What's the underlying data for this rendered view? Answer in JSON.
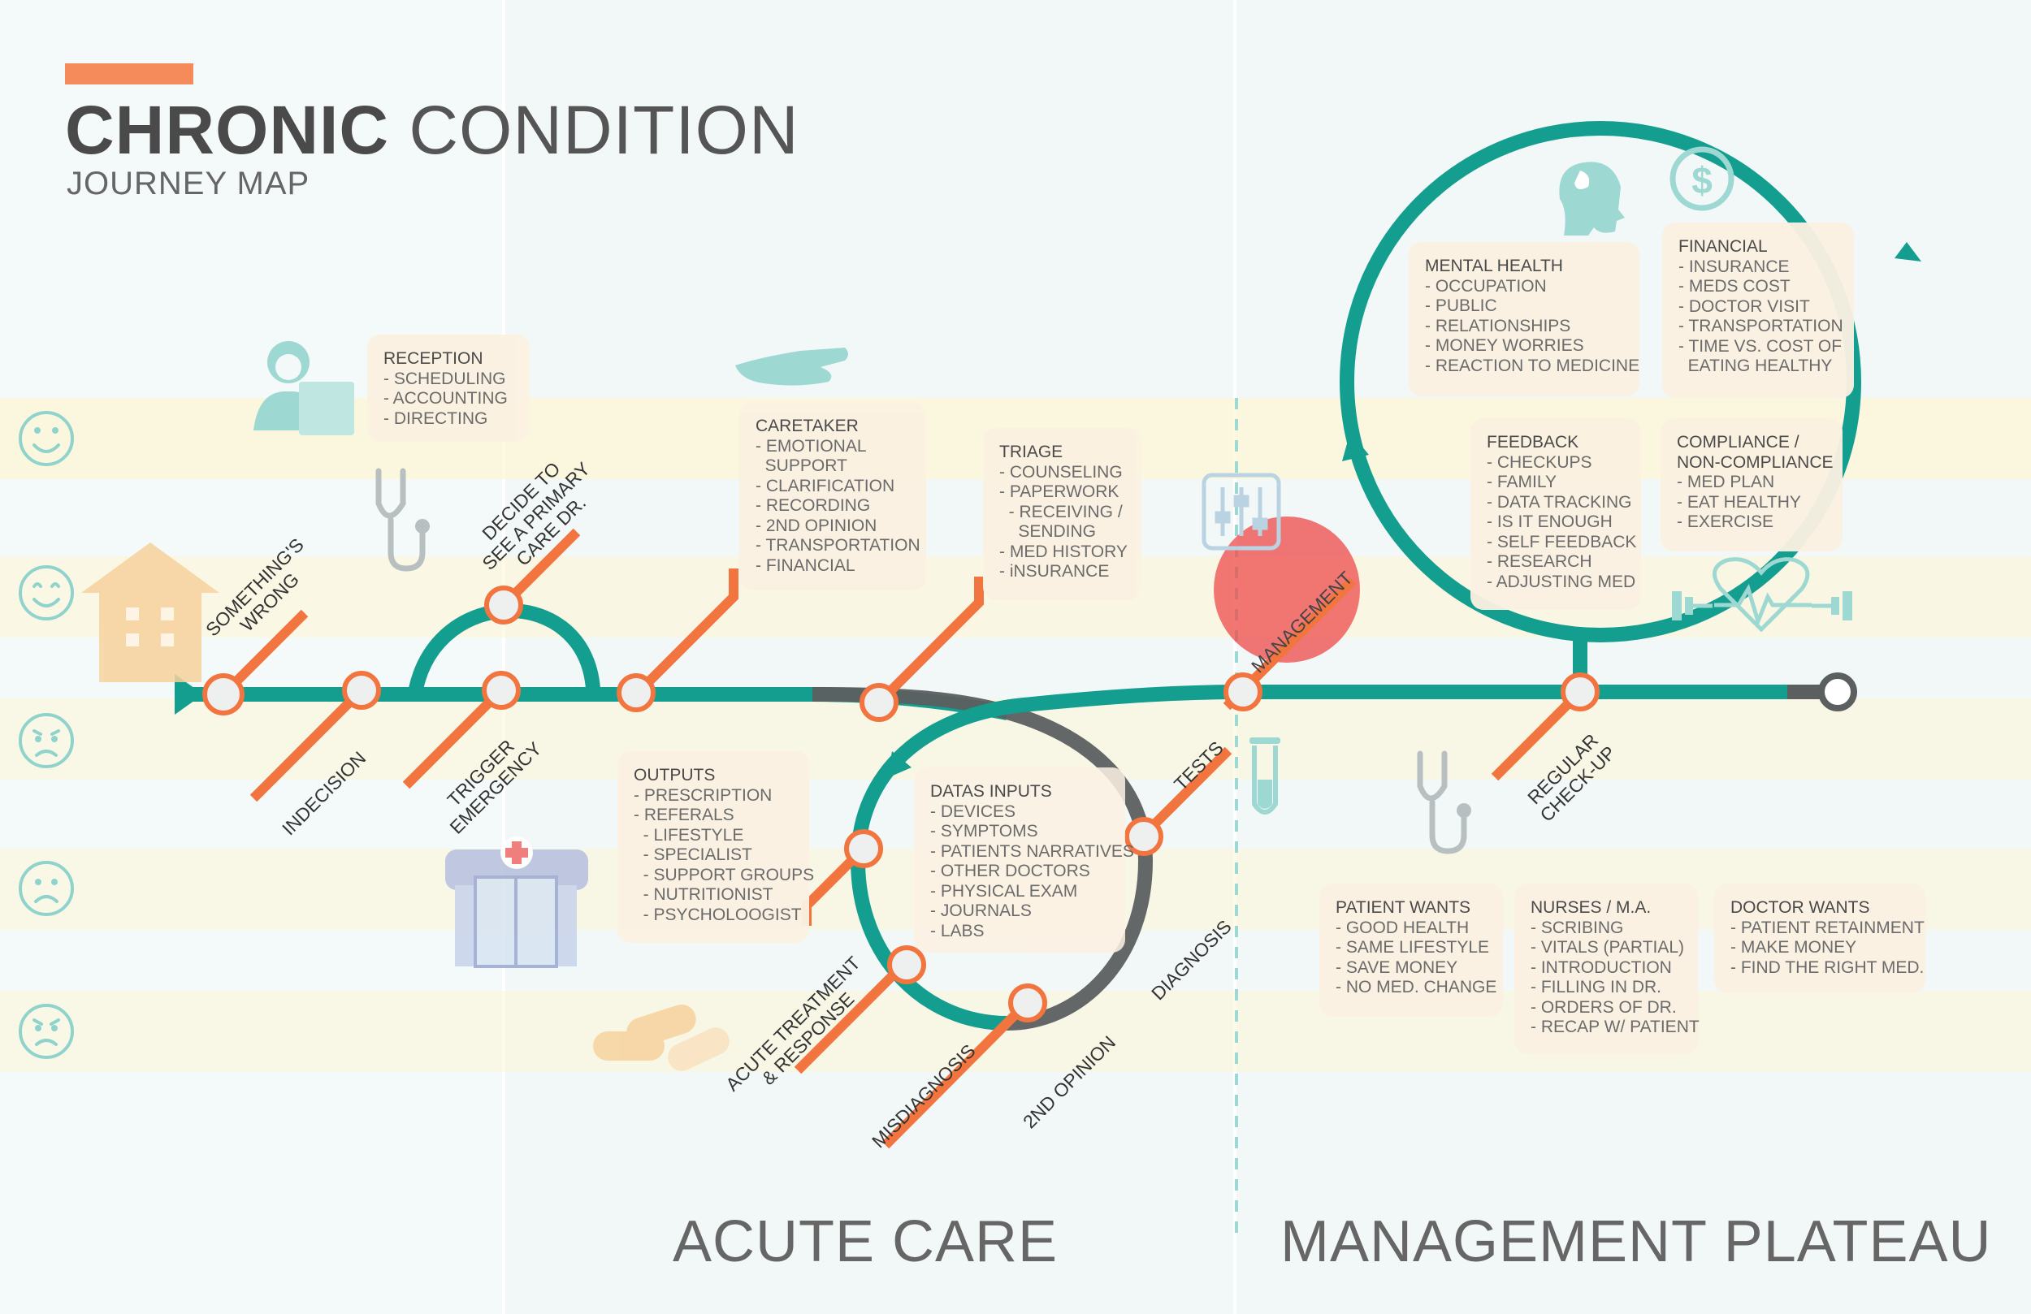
{
  "header": {
    "title_bold": "CHRONIC",
    "title_light": "CONDITION",
    "subtitle": "JOURNEY MAP"
  },
  "sections": {
    "acute": "ACUTE CARE",
    "plateau": "MANAGEMENT PLATEAU"
  },
  "colors": {
    "teal": "#139e8f",
    "orange": "#f2743f",
    "dark": "#5c5f60",
    "box": "#fbf1e2",
    "band": "#fdf6d8",
    "emotion": "#8fd3cc",
    "red": "#ee4a4a"
  },
  "emotion_icons": [
    "very-happy-icon",
    "happy-icon",
    "sad-icon",
    "sad-icon",
    "very-sad-icon"
  ],
  "stops": {
    "somethings_wrong": "SOMETHING'S\nWRONG",
    "indecision": "INDECISION",
    "trigger_emergency": "TRIGGER\nEMERGENCY",
    "decide_primary": "DECIDE TO\nSEE A PRIMARY\nCARE DR.",
    "tests": "TESTS",
    "diagnosis": "DIAGNOSIS",
    "second_opinion": "2ND OPINION",
    "misdiagnosis": "MISDIAGNOSIS",
    "acute_treatment": "ACUTE TREATMENT\n& RESPONSE",
    "management": "MANAGEMENT",
    "regular_checkup": "REGULAR\nCHECK-UP"
  },
  "boxes": {
    "reception": {
      "title": "RECEPTION",
      "items": [
        "- SCHEDULING",
        "- ACCOUNTING",
        "- DIRECTING"
      ]
    },
    "caretaker": {
      "title": "CARETAKER",
      "items": [
        "- EMOTIONAL",
        "  SUPPORT",
        "- CLARIFICATION",
        "- RECORDING",
        "- 2ND OPINION",
        "- TRANSPORTATION",
        "- FINANCIAL"
      ]
    },
    "triage": {
      "title": "TRIAGE",
      "items": [
        "- COUNSELING",
        "- PAPERWORK",
        "  - RECEIVING /",
        "    SENDING",
        "- MED HISTORY",
        "- iNSURANCE"
      ]
    },
    "outputs": {
      "title": "OUTPUTS",
      "items": [
        "- PRESCRIPTION",
        "- REFERALS",
        "  - LIFESTYLE",
        "  - SPECIALIST",
        "  - SUPPORT GROUPS",
        "  - NUTRITIONIST",
        "  - PSYCHOLOOGIST"
      ]
    },
    "datas_inputs": {
      "title": "DATAS INPUTS",
      "items": [
        "- DEVICES",
        "- SYMPTOMS",
        "- PATIENTS NARRATIVES",
        "- OTHER DOCTORS",
        "- PHYSICAL EXAM",
        "- JOURNALS",
        "- LABS"
      ]
    },
    "mental_health": {
      "title": "MENTAL HEALTH",
      "items": [
        "- OCCUPATION",
        "- PUBLIC",
        "- RELATIONSHIPS",
        "- MONEY WORRIES",
        "- REACTION TO MEDICINE"
      ]
    },
    "financial": {
      "title": "FINANCIAL",
      "items": [
        "- INSURANCE",
        "- MEDS COST",
        "- DOCTOR VISIT",
        "- TRANSPORTATION",
        "- TIME VS. COST OF",
        "  EATING HEALTHY"
      ]
    },
    "feedback": {
      "title": "FEEDBACK",
      "items": [
        "- CHECKUPS",
        "- FAMILY",
        "- DATA TRACKING",
        "- IS IT ENOUGH",
        "- SELF FEEDBACK",
        "- RESEARCH",
        "- ADJUSTING MED"
      ]
    },
    "compliance": {
      "title": "COMPLIANCE /\nNON-COMPLIANCE",
      "items": [
        "- MED PLAN",
        "- EAT HEALTHY",
        "- EXERCISE"
      ]
    },
    "patient_wants": {
      "title": "PATIENT WANTS",
      "items": [
        "- GOOD HEALTH",
        "- SAME LIFESTYLE",
        "- SAVE MONEY",
        "- NO MED. CHANGE"
      ]
    },
    "nurses": {
      "title": "NURSES / M.A.",
      "items": [
        "- SCRIBING",
        "- VITALS (PARTIAL)",
        "- INTRODUCTION",
        "- FILLING IN DR.",
        "- ORDERS OF DR.",
        "- RECAP W/ PATIENT"
      ]
    },
    "doctor_wants": {
      "title": "DOCTOR WANTS",
      "items": [
        "- PATIENT RETAINMENT",
        "- MAKE MONEY",
        "- FIND THE RIGHT MED."
      ]
    }
  }
}
